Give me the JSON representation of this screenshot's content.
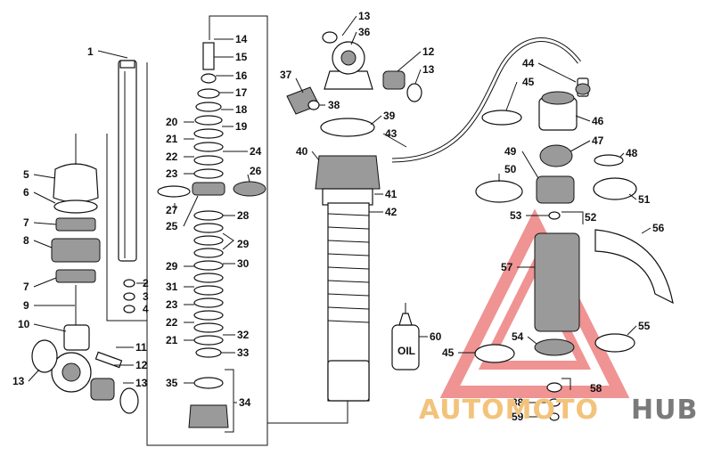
{
  "callouts": {
    "c1": "1",
    "c2": "2",
    "c3": "3",
    "c4": "4",
    "c5": "5",
    "c6": "6",
    "c7a": "7",
    "c7b": "7",
    "c8": "8",
    "c9": "9",
    "c10": "10",
    "c11": "11",
    "c12a": "12",
    "c12b": "12",
    "c13a": "13",
    "c13b": "13",
    "c13c": "13",
    "c13d": "13",
    "c14": "14",
    "c15": "15",
    "c16": "16",
    "c17": "17",
    "c18": "18",
    "c19": "19",
    "c20": "20",
    "c21a": "21",
    "c21b": "21",
    "c22a": "22",
    "c22b": "22",
    "c23a": "23",
    "c23b": "23",
    "c24": "24",
    "c25": "25",
    "c26": "26",
    "c27": "27",
    "c28": "28",
    "c29a": "29",
    "c29b": "29",
    "c30": "30",
    "c31": "31",
    "c32": "32",
    "c33": "33",
    "c34": "34",
    "c35": "35",
    "c36": "36",
    "c37": "37",
    "c38a": "38",
    "c38b": "38",
    "c39": "39",
    "c40": "40",
    "c41": "41",
    "c42": "42",
    "c43": "43",
    "c44": "44",
    "c45a": "45",
    "c45b": "45",
    "c46": "46",
    "c47": "47",
    "c48": "48",
    "c49": "49",
    "c50": "50",
    "c51": "51",
    "c52": "52",
    "c53": "53",
    "c54": "54",
    "c55": "55",
    "c56": "56",
    "c57": "57",
    "c58": "58",
    "c59": "59",
    "c60": "60"
  },
  "oil_label": "OIL",
  "watermark": {
    "part1": "AUTOMOTO",
    "part2": "HUB",
    "accent": "#f3c37b",
    "triangle": "#e23b3b"
  }
}
